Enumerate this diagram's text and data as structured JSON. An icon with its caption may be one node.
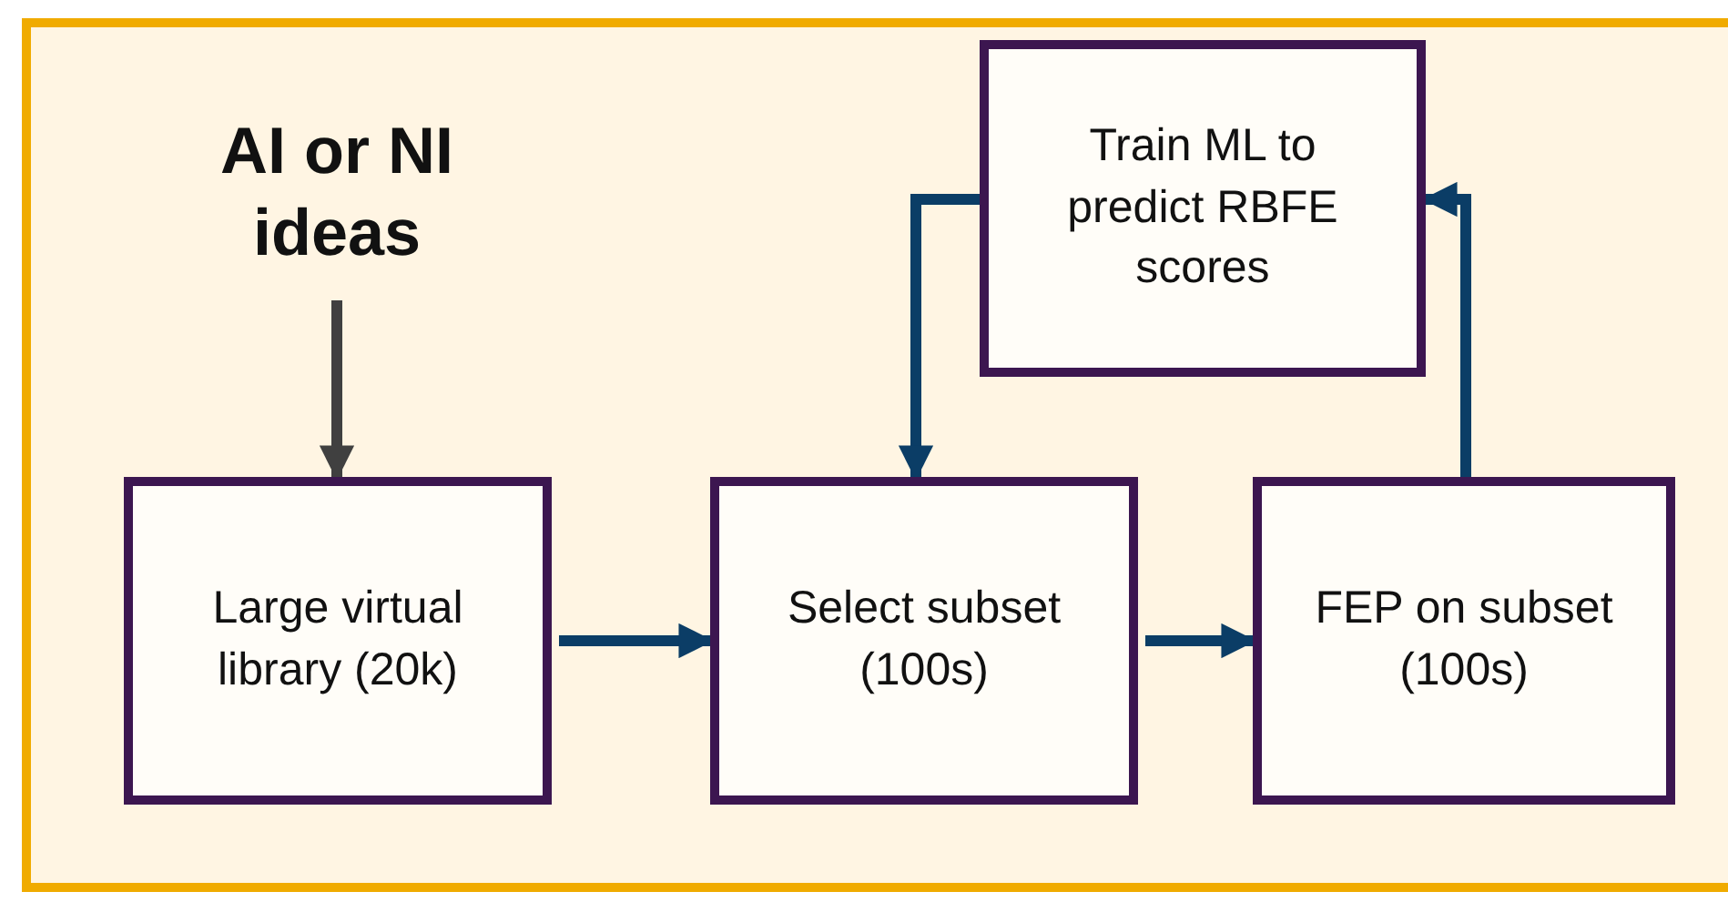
{
  "diagram": {
    "nodes": [
      {
        "text": [
          "AI or NI ideas"
        ]
      },
      {
        "text": [
          "Large virtual library (20k)"
        ]
      },
      {
        "text": [
          "Select subset (100s)"
        ]
      },
      {
        "text": [
          "FEP on subset (100s)"
        ]
      },
      {
        "text": [
          "Train ML to predict RBFE scores"
        ]
      }
    ],
    "edges": [
      {
        "from": 0,
        "to": 1,
        "arrow": "to",
        "color": "#404040"
      },
      {
        "from": 1,
        "to": 2,
        "arrow": "to"
      },
      {
        "from": 2,
        "to": 3,
        "arrow": "to"
      },
      {
        "from": 3,
        "to": 4,
        "arrow": "to"
      },
      {
        "from": 4,
        "to": 2,
        "arrow": "to"
      }
    ]
  }
}
